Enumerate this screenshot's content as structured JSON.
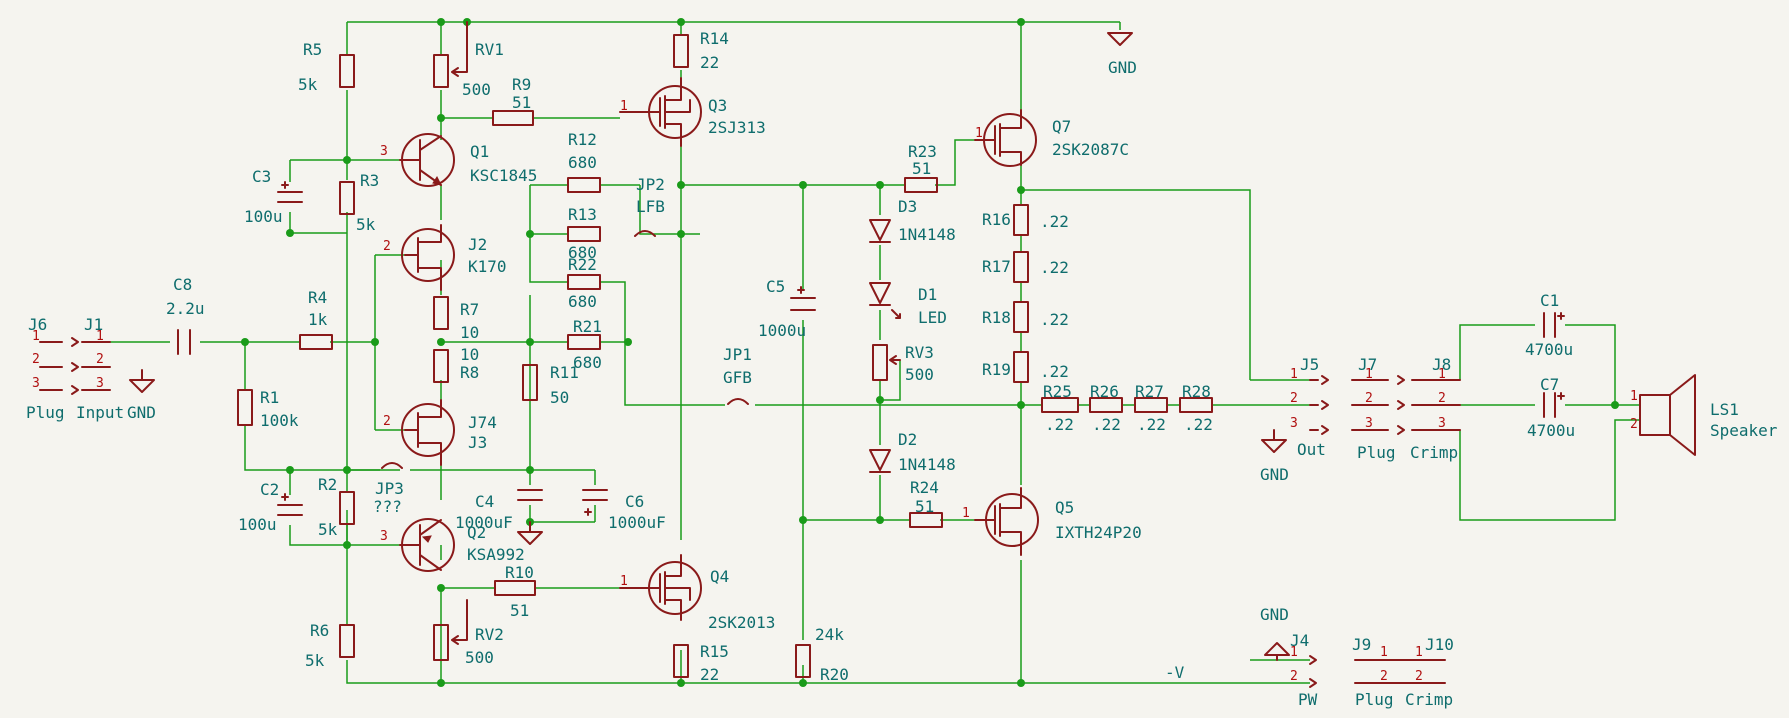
{
  "colors": {
    "wire": "#1a9b1a",
    "part": "#8a1a1a",
    "text": "#0f6d6d",
    "pin": "#b01010",
    "background": "#f5f4ef"
  },
  "components": [
    {
      "ref": "R5",
      "value": "5k"
    },
    {
      "ref": "RV1",
      "value": "500"
    },
    {
      "ref": "R14",
      "value": "22"
    },
    {
      "ref": "R9",
      "value": "51"
    },
    {
      "ref": "Q3",
      "value": "2SJ313"
    },
    {
      "ref": "Q1",
      "value": "KSC1845"
    },
    {
      "ref": "C3",
      "value": "100u"
    },
    {
      "ref": "R3",
      "value": "5k"
    },
    {
      "ref": "R12",
      "value": "680"
    },
    {
      "ref": "JP2",
      "value": "LFB"
    },
    {
      "ref": "R13",
      "value": "680"
    },
    {
      "ref": "J2",
      "value": "K170"
    },
    {
      "ref": "R22",
      "value": "680"
    },
    {
      "ref": "C8",
      "value": "2.2u"
    },
    {
      "ref": "R4",
      "value": "1k"
    },
    {
      "ref": "R7",
      "value": "10"
    },
    {
      "ref": "R21",
      "value": "680"
    },
    {
      "ref": "R8",
      "value": "10"
    },
    {
      "ref": "R1",
      "value": "100k"
    },
    {
      "ref": "R11",
      "value": "50"
    },
    {
      "ref": "J3",
      "value": "J74"
    },
    {
      "ref": "JP1",
      "value": "GFB"
    },
    {
      "ref": "C2",
      "value": "100u"
    },
    {
      "ref": "R2",
      "value": "5k"
    },
    {
      "ref": "JP3",
      "value": "???"
    },
    {
      "ref": "C4",
      "value": "1000uF"
    },
    {
      "ref": "C6",
      "value": "1000uF"
    },
    {
      "ref": "Q2",
      "value": "KSA992"
    },
    {
      "ref": "R10",
      "value": "51"
    },
    {
      "ref": "Q4",
      "value": "2SK2013"
    },
    {
      "ref": "R6",
      "value": "5k"
    },
    {
      "ref": "RV2",
      "value": "500"
    },
    {
      "ref": "R15",
      "value": "22"
    },
    {
      "ref": "R20",
      "value": "24k"
    },
    {
      "ref": "C5",
      "value": "1000u"
    },
    {
      "ref": "R23",
      "value": "51"
    },
    {
      "ref": "Q7",
      "value": "2SK2087C"
    },
    {
      "ref": "D3",
      "value": "1N4148"
    },
    {
      "ref": "D1",
      "value": "LED"
    },
    {
      "ref": "RV3",
      "value": "500"
    },
    {
      "ref": "D2",
      "value": "1N4148"
    },
    {
      "ref": "R24",
      "value": "51"
    },
    {
      "ref": "Q5",
      "value": "IXTH24P20"
    },
    {
      "ref": "R16",
      "value": ".22"
    },
    {
      "ref": "R17",
      "value": ".22"
    },
    {
      "ref": "R18",
      "value": ".22"
    },
    {
      "ref": "R19",
      "value": ".22"
    },
    {
      "ref": "R25",
      "value": ".22"
    },
    {
      "ref": "R26",
      "value": ".22"
    },
    {
      "ref": "R27",
      "value": ".22"
    },
    {
      "ref": "R28",
      "value": ".22"
    },
    {
      "ref": "C1",
      "value": "4700u"
    },
    {
      "ref": "C7",
      "value": "4700u"
    },
    {
      "ref": "LS1",
      "value": "Speaker"
    }
  ],
  "connectors": [
    {
      "ref": "J6",
      "value": "Plug"
    },
    {
      "ref": "J1",
      "value": "Input"
    },
    {
      "ref": "J5",
      "value": "Out"
    },
    {
      "ref": "J7",
      "value": "Plug"
    },
    {
      "ref": "J8",
      "value": "Crimp"
    },
    {
      "ref": "J4",
      "value": "PW"
    },
    {
      "ref": "J9",
      "value": "Plug"
    },
    {
      "ref": "J10",
      "value": "Crimp"
    }
  ],
  "net_labels": {
    "gnd": "GND",
    "neg_supply": "-V"
  },
  "pins": {
    "p1": "1",
    "p2": "2",
    "p3": "3"
  }
}
